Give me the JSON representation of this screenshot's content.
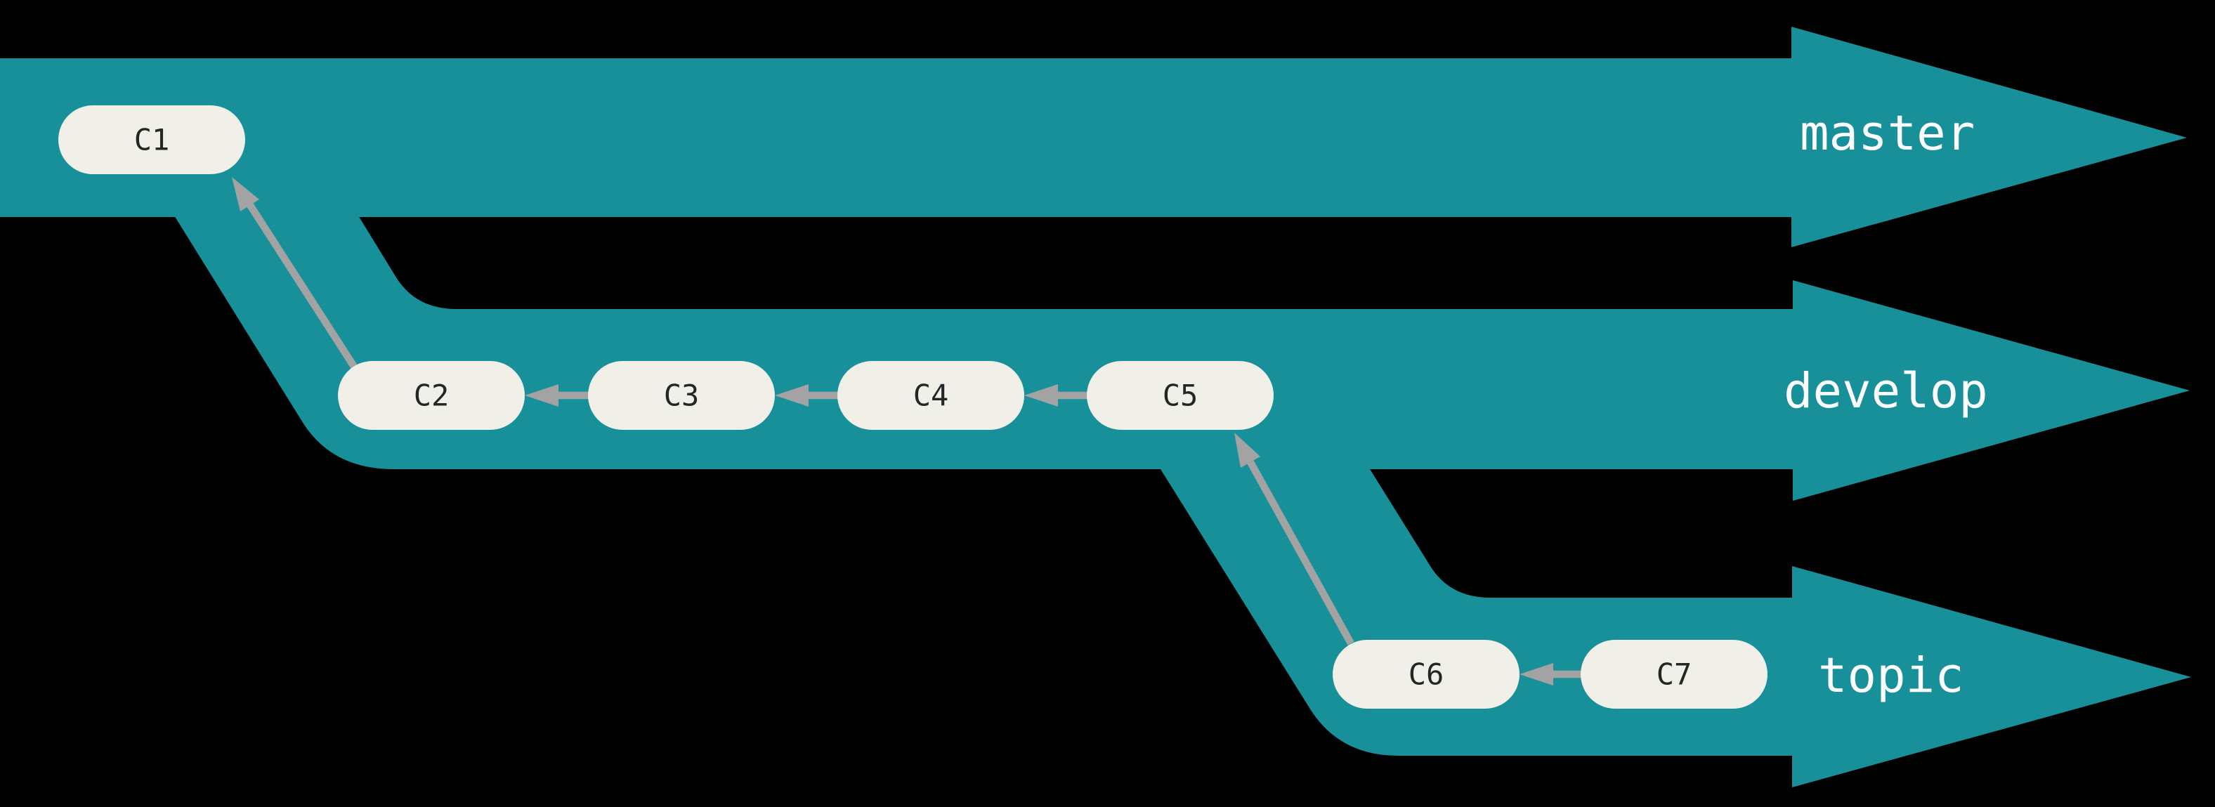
{
  "diagram": {
    "type": "git-branching-diagram",
    "background": "#000000",
    "band_color": "#17909A",
    "node_fill": "#F1F0E8",
    "node_text_color": "#252525",
    "arrow_color": "#A3A3A3",
    "label_color": "#FCFCFC",
    "branches": [
      {
        "name": "master",
        "commits": [
          "C1"
        ]
      },
      {
        "name": "develop",
        "commits": [
          "C2",
          "C3",
          "C4",
          "C5"
        ]
      },
      {
        "name": "topic",
        "commits": [
          "C6",
          "C7"
        ]
      }
    ],
    "parent_edges": [
      "C2->C1",
      "C3->C2",
      "C4->C3",
      "C5->C4",
      "C6->C5",
      "C7->C6"
    ]
  },
  "labels": {
    "master": "master",
    "develop": "develop",
    "topic": "topic"
  },
  "commits": {
    "c1": "C1",
    "c2": "C2",
    "c3": "C3",
    "c4": "C4",
    "c5": "C5",
    "c6": "C6",
    "c7": "C7"
  }
}
